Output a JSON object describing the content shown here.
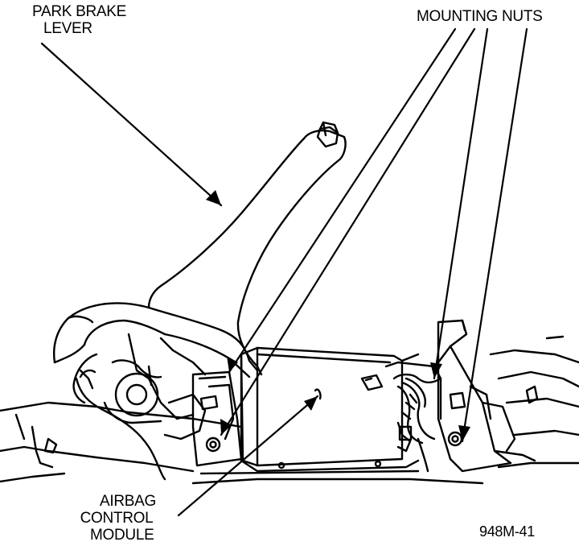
{
  "labels": {
    "park_brake_lever": [
      "PARK BRAKE",
      "LEVER"
    ],
    "mounting_nuts": "MOUNTING NUTS",
    "airbag_control_module": [
      "AIRBAG",
      "CONTROL",
      "MODULE"
    ],
    "figure_number": "948M-41"
  },
  "colors": {
    "ink": "#000000",
    "paper": "#ffffff"
  }
}
